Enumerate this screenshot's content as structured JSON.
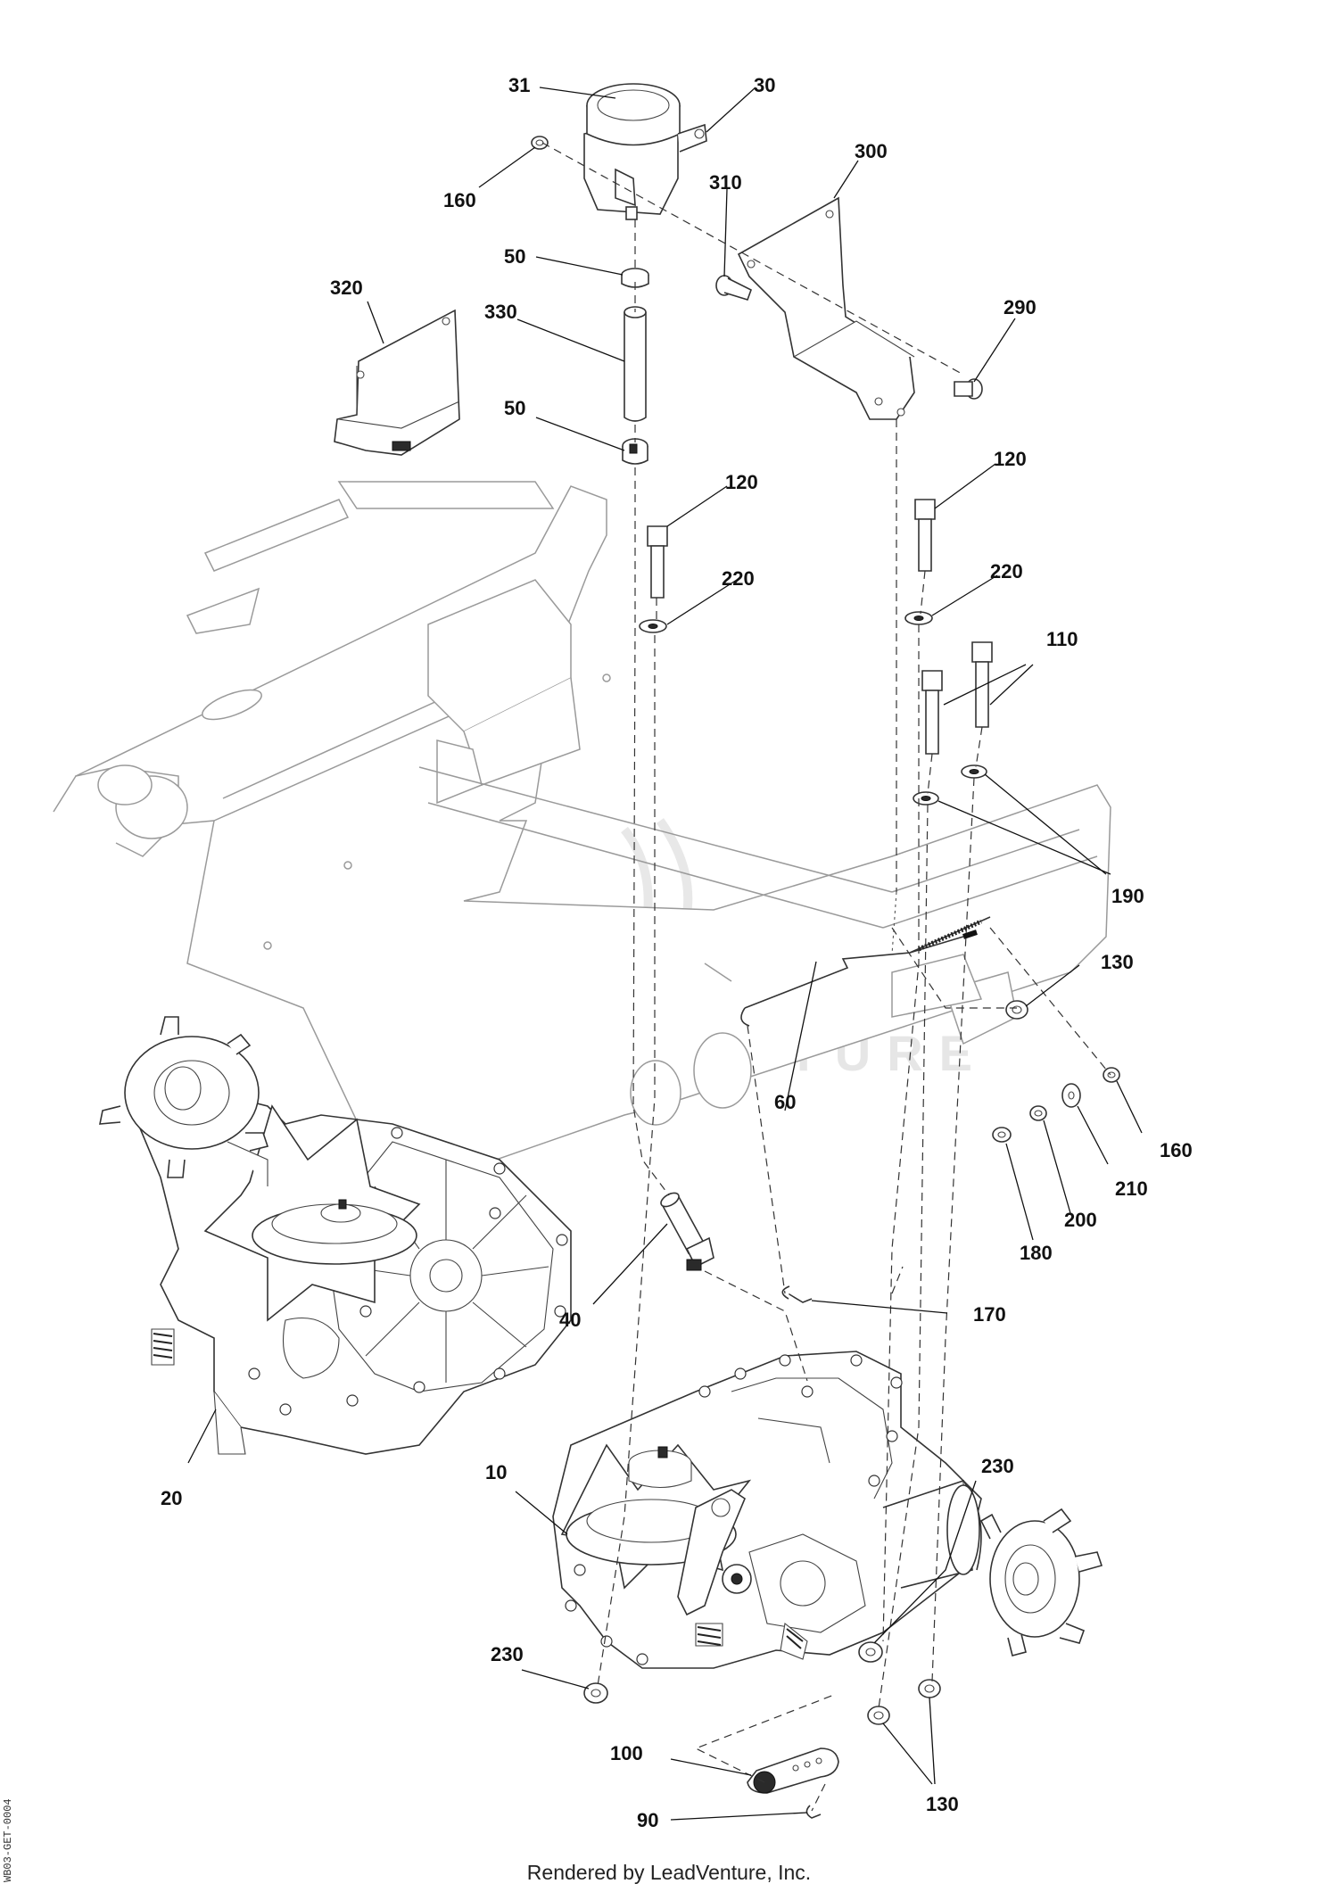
{
  "footer_text": "Rendered by LeadVenture, Inc.",
  "document_id": "WB03-GET-0004",
  "watermark_text": "LEADVENTURE",
  "colors": {
    "line": "#333333",
    "frame": "#9a9a9a",
    "label": "#111111"
  },
  "callouts": {
    "c31": "31",
    "c30": "30",
    "c160a": "160",
    "c300": "300",
    "c310": "310",
    "c50a": "50",
    "c320": "320",
    "c330": "330",
    "c290": "290",
    "c50b": "50",
    "c120a": "120",
    "c120b": "120",
    "c220a": "220",
    "c220b": "220",
    "c110": "110",
    "c190": "190",
    "c130a": "130",
    "c60": "60",
    "c160b": "160",
    "c210": "210",
    "c200": "200",
    "c180": "180",
    "c40": "40",
    "c170": "170",
    "c20": "20",
    "c10": "10",
    "c230a": "230",
    "c230b": "230",
    "c100": "100",
    "c90": "90",
    "c130b": "130"
  }
}
